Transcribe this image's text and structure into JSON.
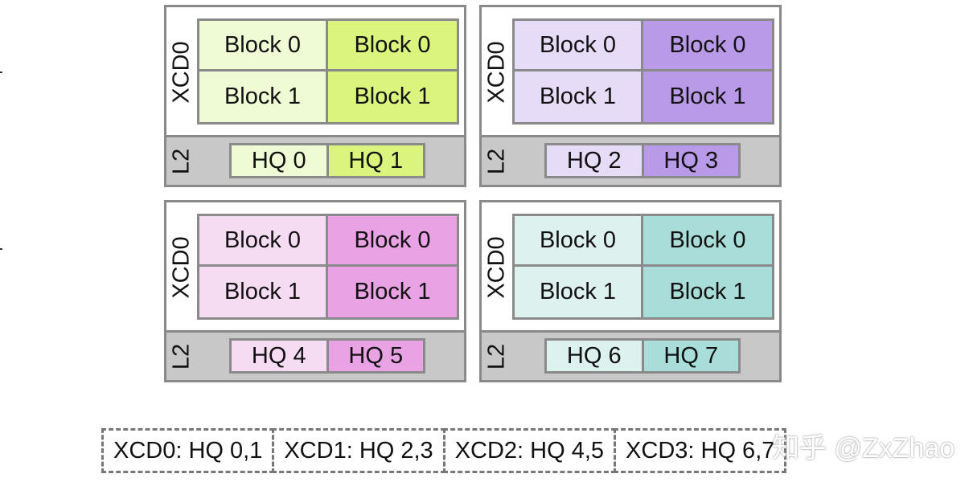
{
  "colors": {
    "xcd0_light": "#eefbd4",
    "xcd0_dark": "#dbf47e",
    "xcd1_light": "#e6dcf8",
    "xcd1_dark": "#b99ae8",
    "xcd2_light": "#f6dcf3",
    "xcd2_dark": "#e9a2e4",
    "xcd3_light": "#ddf1ee",
    "xcd3_dark": "#a9ddd9",
    "l2_background": "#c8c8c8",
    "border": "#8a8a8a"
  },
  "xcds": [
    {
      "label": "XCD0",
      "cache_label": "L2",
      "blocks": [
        [
          "Block 0",
          "Block 0"
        ],
        [
          "Block 1",
          "Block 1"
        ]
      ],
      "hqs": [
        "HQ 0",
        "HQ 1"
      ]
    },
    {
      "label": "XCD0",
      "cache_label": "L2",
      "blocks": [
        [
          "Block 0",
          "Block 0"
        ],
        [
          "Block 1",
          "Block 1"
        ]
      ],
      "hqs": [
        "HQ 2",
        "HQ 3"
      ]
    },
    {
      "label": "XCD0",
      "cache_label": "L2",
      "blocks": [
        [
          "Block 0",
          "Block 0"
        ],
        [
          "Block 1",
          "Block 1"
        ]
      ],
      "hqs": [
        "HQ 4",
        "HQ 5"
      ]
    },
    {
      "label": "XCD0",
      "cache_label": "L2",
      "blocks": [
        [
          "Block 0",
          "Block 0"
        ],
        [
          "Block 1",
          "Block 1"
        ]
      ],
      "hqs": [
        "HQ 6",
        "HQ 7"
      ]
    }
  ],
  "legend": [
    "XCD0: HQ 0,1",
    "XCD1: HQ 2,3",
    "XCD2: HQ 4,5",
    "XCD3: HQ 6,7"
  ],
  "watermark": "知乎 @ZxZhao"
}
